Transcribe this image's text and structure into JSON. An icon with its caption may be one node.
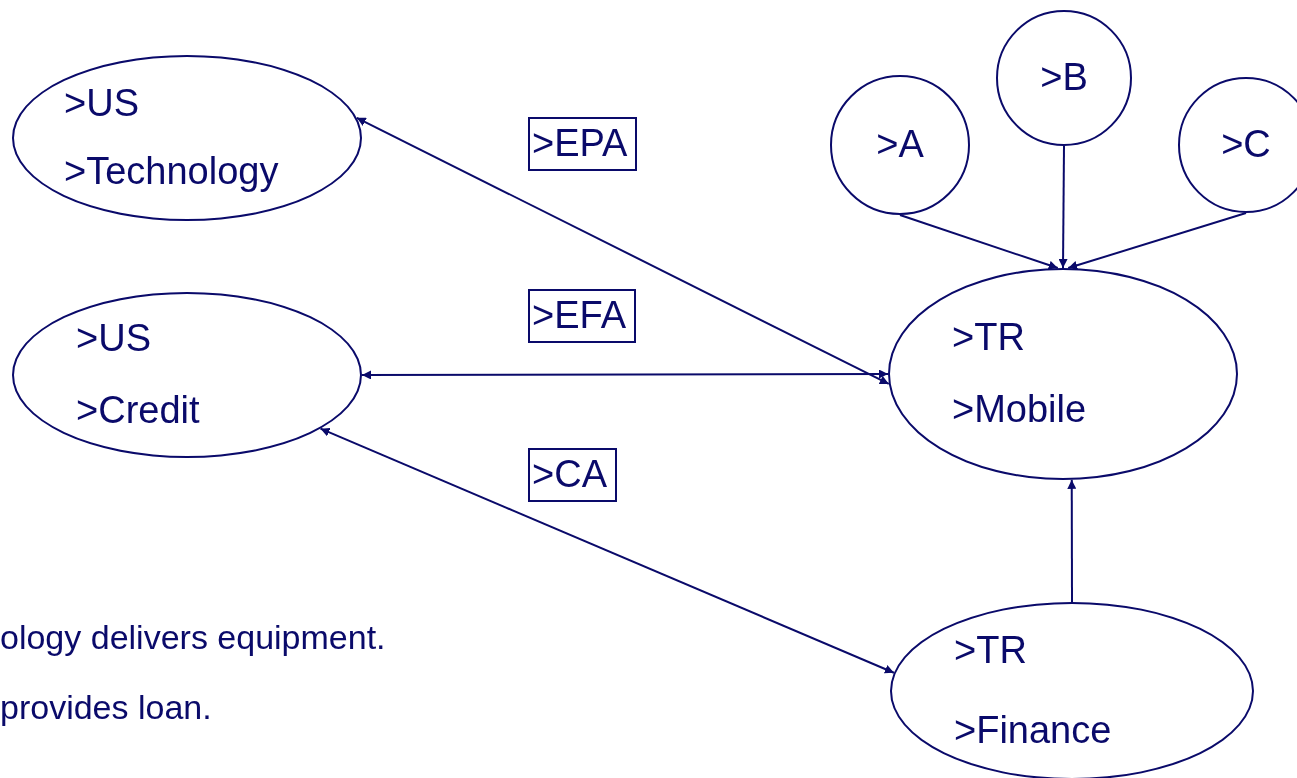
{
  "diagram": {
    "nodes": [
      {
        "text": [
          ">US",
          ">Technology"
        ]
      },
      {
        "text": [
          ">US",
          ">Credit"
        ]
      },
      {
        "text": [
          ">A"
        ]
      },
      {
        "text": [
          ">B"
        ]
      },
      {
        "text": [
          ">C"
        ]
      },
      {
        "text": [
          ">TR",
          ">Mobile"
        ]
      },
      {
        "text": [
          ">TR",
          ">Finance"
        ]
      }
    ],
    "edges": [
      {
        "from": 0,
        "to": 5,
        "arrow": "both",
        "label": ">EPA"
      },
      {
        "from": 1,
        "to": 5,
        "arrow": "both",
        "label": ">EFA"
      },
      {
        "from": 1,
        "to": 6,
        "arrow": "both",
        "label": ">CA"
      },
      {
        "from": 2,
        "to": 5,
        "arrow": "to"
      },
      {
        "from": 3,
        "to": 5,
        "arrow": "to"
      },
      {
        "from": 4,
        "to": 5,
        "arrow": "to"
      },
      {
        "from": 6,
        "to": 5,
        "arrow": "to"
      }
    ],
    "labels": [
      "ology delivers equipment.",
      "provides loan."
    ]
  }
}
